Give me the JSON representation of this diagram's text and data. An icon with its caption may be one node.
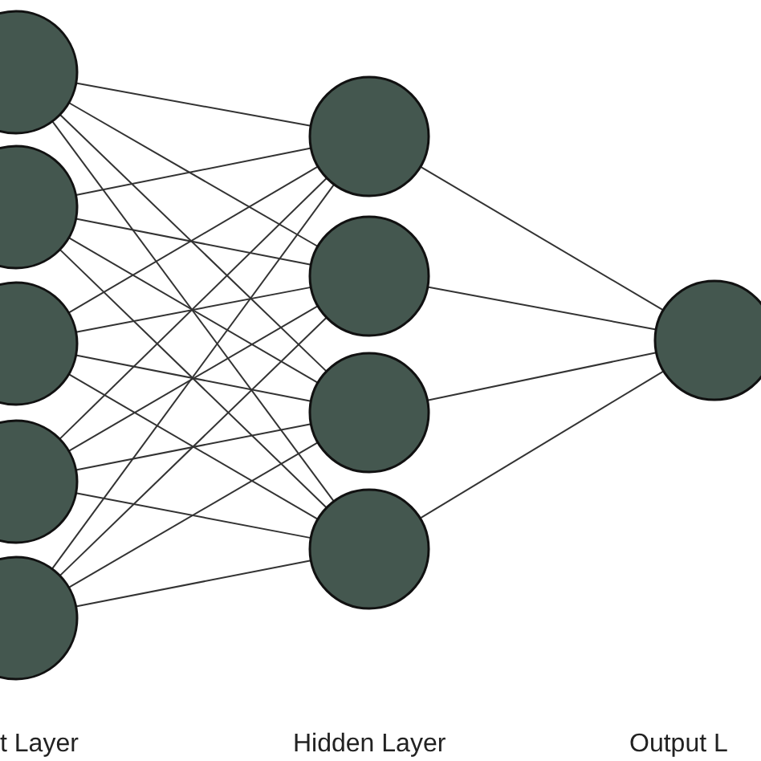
{
  "diagram": {
    "nodes": [
      {
        "text": [],
        "shape": "circle"
      },
      {
        "text": [],
        "shape": "circle"
      },
      {
        "text": [],
        "shape": "circle"
      },
      {
        "text": [],
        "shape": "circle"
      },
      {
        "text": [],
        "shape": "circle"
      },
      {
        "text": [],
        "shape": "circle"
      },
      {
        "text": [],
        "shape": "circle"
      },
      {
        "text": [],
        "shape": "circle"
      },
      {
        "text": [],
        "shape": "circle"
      },
      {
        "text": [],
        "shape": "circle"
      }
    ],
    "edges": [
      {
        "from": 0,
        "to": 5,
        "arrow": "none"
      },
      {
        "from": 0,
        "to": 6,
        "arrow": "none"
      },
      {
        "from": 0,
        "to": 7,
        "arrow": "none"
      },
      {
        "from": 0,
        "to": 8,
        "arrow": "none"
      },
      {
        "from": 1,
        "to": 5,
        "arrow": "none"
      },
      {
        "from": 1,
        "to": 6,
        "arrow": "none"
      },
      {
        "from": 1,
        "to": 7,
        "arrow": "none"
      },
      {
        "from": 1,
        "to": 8,
        "arrow": "none"
      },
      {
        "from": 2,
        "to": 5,
        "arrow": "none"
      },
      {
        "from": 2,
        "to": 6,
        "arrow": "none"
      },
      {
        "from": 2,
        "to": 7,
        "arrow": "none"
      },
      {
        "from": 2,
        "to": 8,
        "arrow": "none"
      },
      {
        "from": 3,
        "to": 5,
        "arrow": "none"
      },
      {
        "from": 3,
        "to": 6,
        "arrow": "none"
      },
      {
        "from": 3,
        "to": 7,
        "arrow": "none"
      },
      {
        "from": 3,
        "to": 8,
        "arrow": "none"
      },
      {
        "from": 4,
        "to": 5,
        "arrow": "none"
      },
      {
        "from": 4,
        "to": 6,
        "arrow": "none"
      },
      {
        "from": 4,
        "to": 7,
        "arrow": "none"
      },
      {
        "from": 4,
        "to": 8,
        "arrow": "none"
      },
      {
        "from": 5,
        "to": 9,
        "arrow": "none"
      },
      {
        "from": 6,
        "to": 9,
        "arrow": "none"
      },
      {
        "from": 7,
        "to": 9,
        "arrow": "none"
      },
      {
        "from": 8,
        "to": 9,
        "arrow": "none"
      }
    ],
    "labels": [
      "t Layer",
      "Hidden Layer",
      "Output L"
    ]
  }
}
